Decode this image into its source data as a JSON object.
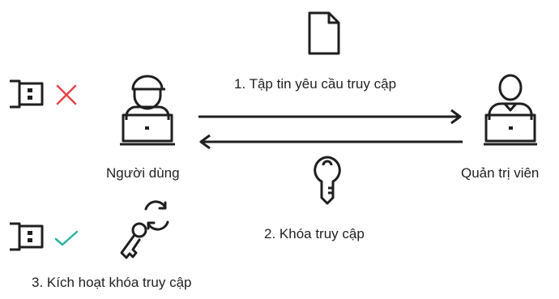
{
  "labels": {
    "request_file": "1. Tập tin yêu cầu truy cập",
    "user": "Người dùng",
    "admin": "Quản trị viên",
    "access_key": "2. Khóa truy cập",
    "activate_key": "3. Kích hoạt khóa truy cập"
  },
  "colors": {
    "stroke": "#1f1f1f",
    "cross": "#e8434a",
    "check": "#2db39e"
  },
  "icons": [
    "usb-blocked-icon",
    "cross-icon",
    "user-laptop-icon",
    "document-icon",
    "arrow-right-icon",
    "arrow-left-icon",
    "admin-laptop-icon",
    "key-icon",
    "usb-allowed-icon",
    "check-icon",
    "key-activate-icon"
  ]
}
